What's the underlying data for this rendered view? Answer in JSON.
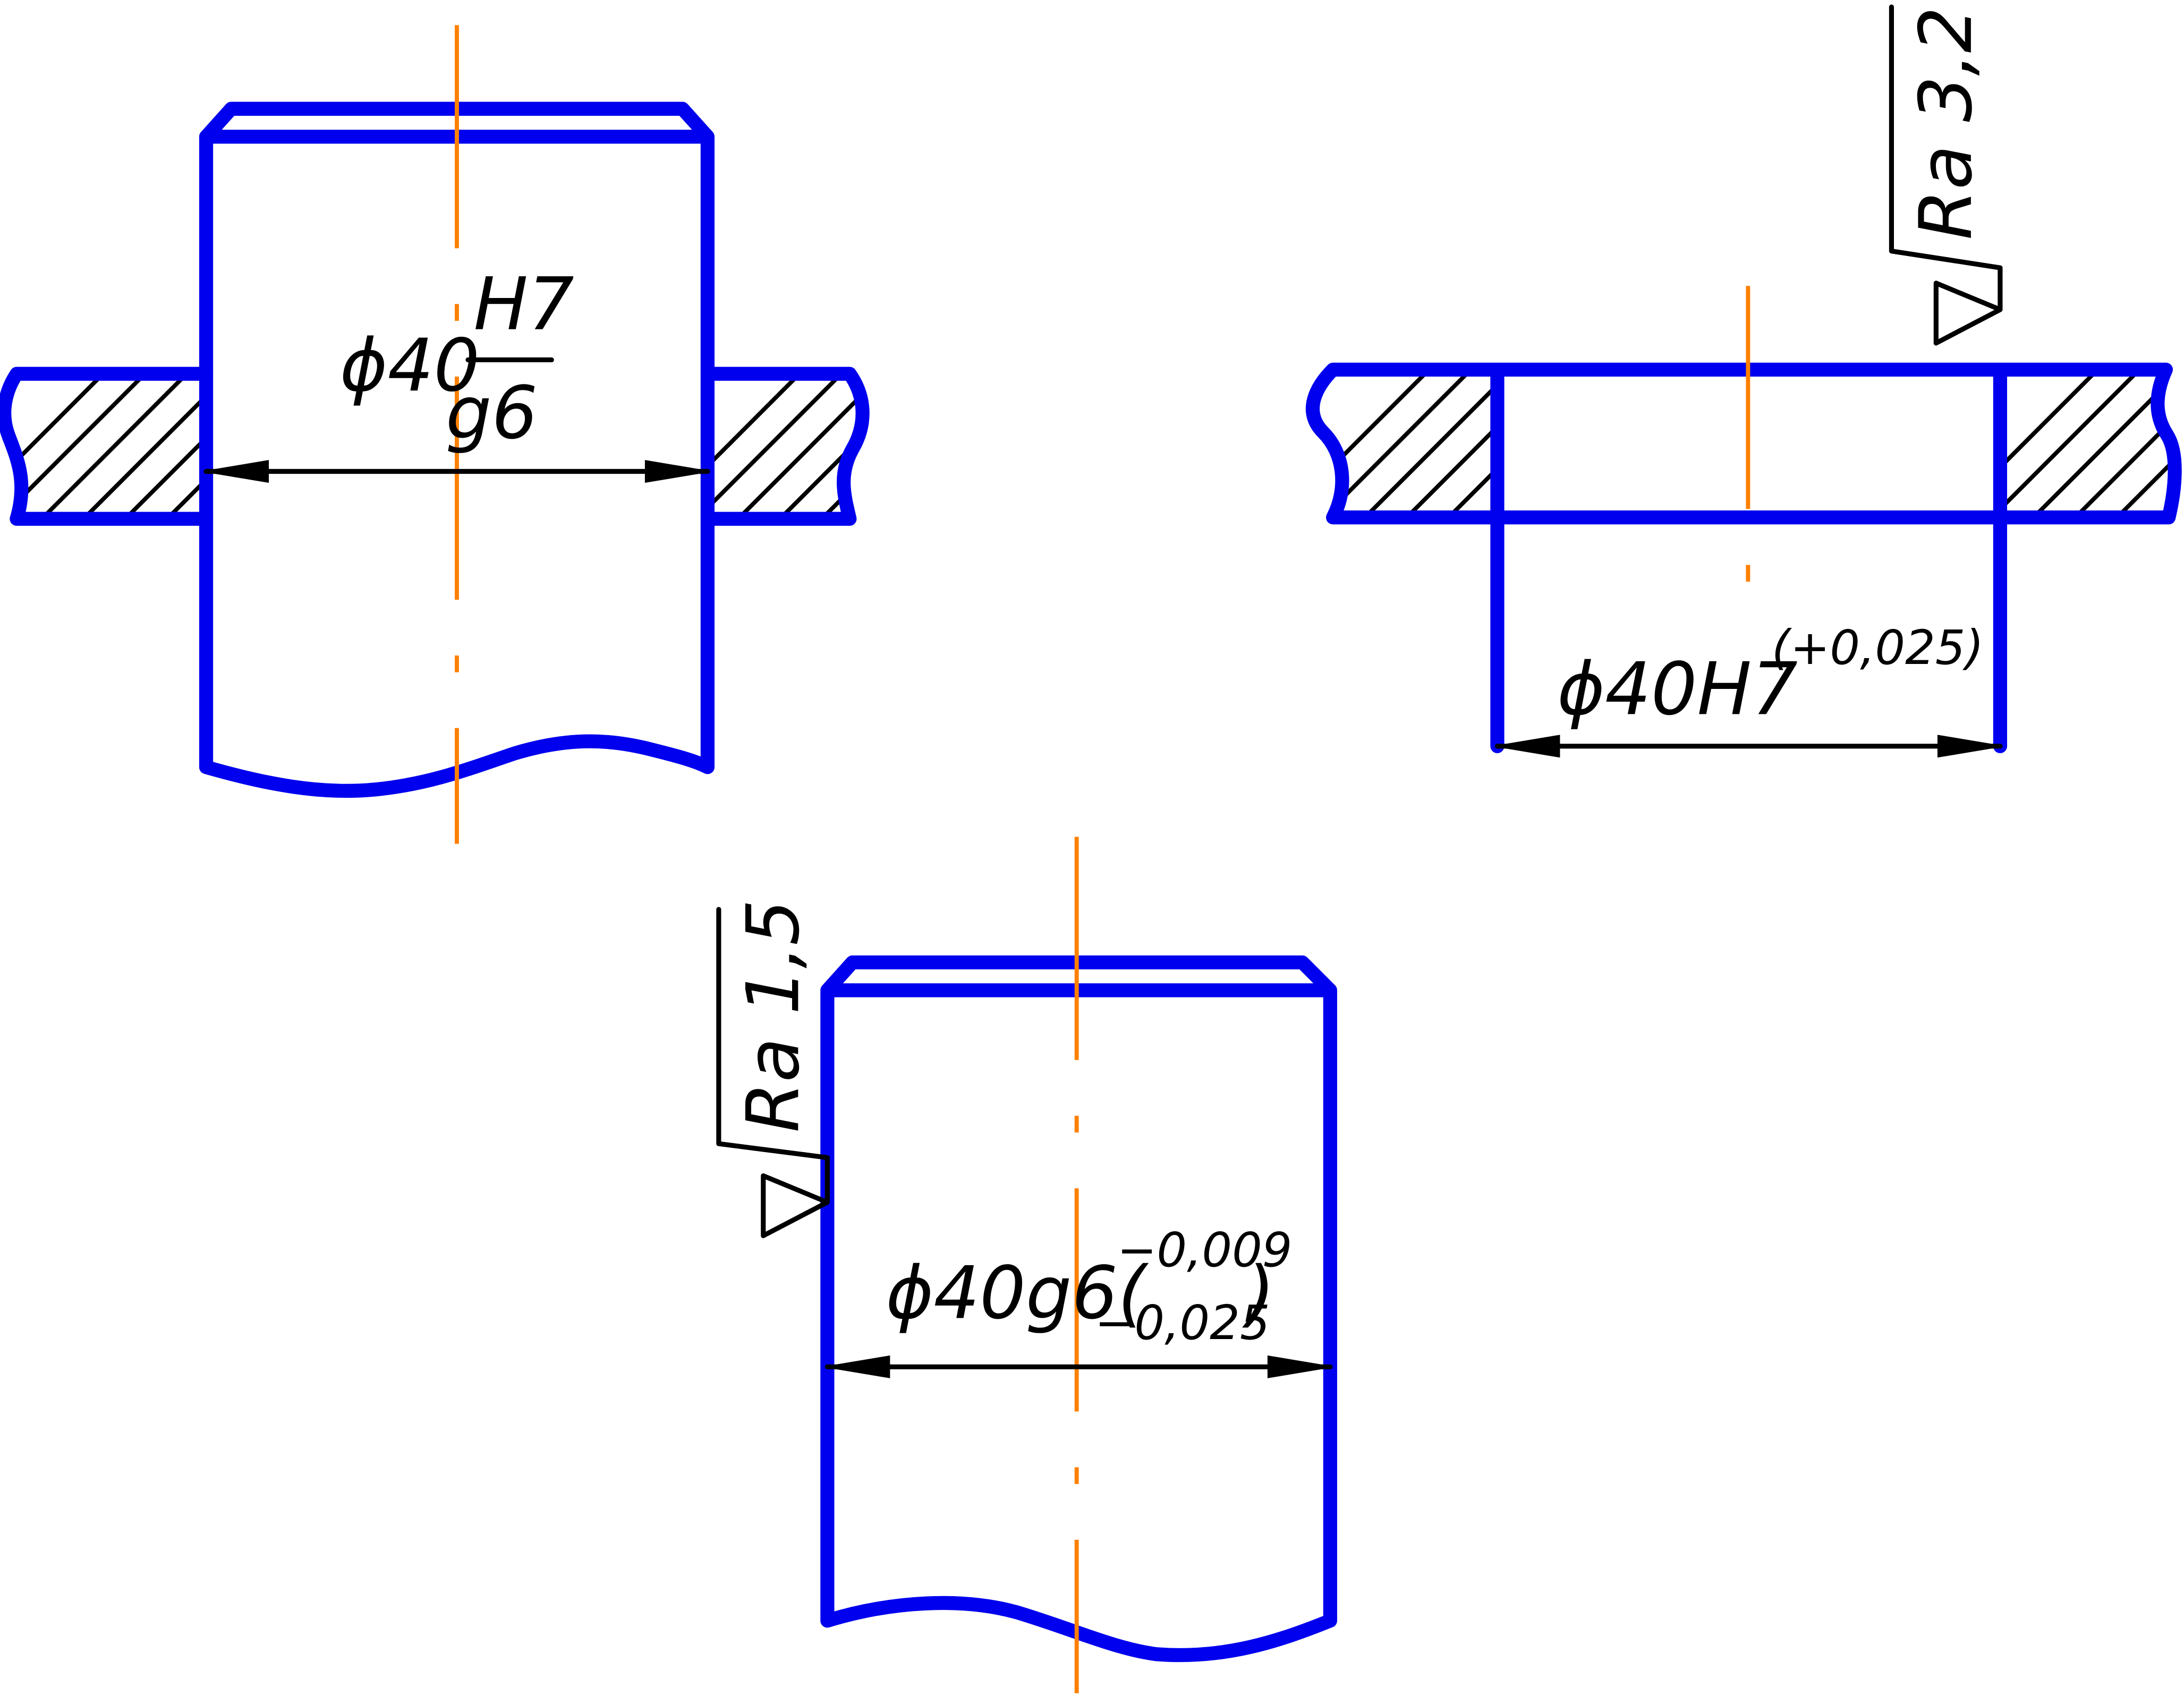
{
  "fit_assembly": {
    "dimension_prefix": "ϕ40",
    "hole_tolerance": "H7",
    "shaft_tolerance": "g6"
  },
  "hole_part": {
    "dimension": "ϕ40H7",
    "tolerance": "(+0,025)",
    "roughness": "Ra 3,2"
  },
  "shaft_part": {
    "dimension": "ϕ40g6(",
    "upper_deviation": "−0,009",
    "lower_deviation": "−0,025",
    "close_paren": ")",
    "roughness": "Ra 1,5"
  },
  "colors": {
    "outline": "#0000ee",
    "center_line": "#ff8000",
    "dimension_lines": "#000000"
  }
}
